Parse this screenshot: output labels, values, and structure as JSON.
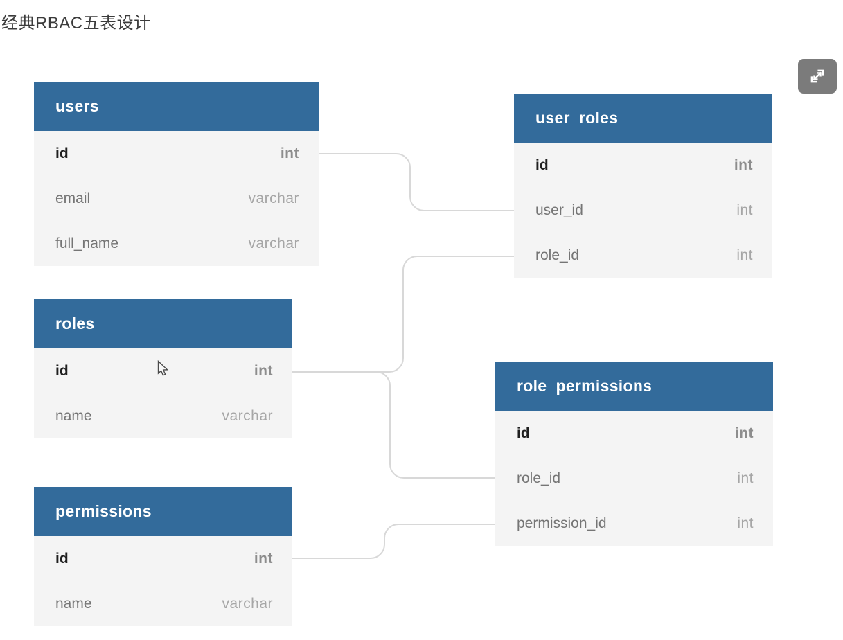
{
  "page": {
    "title": "经典RBAC五表设计"
  },
  "toolbar": {
    "fullscreen_button": {
      "icon": "expand-icon"
    }
  },
  "diagram": {
    "tables": [
      {
        "name": "users",
        "fields": [
          {
            "name": "id",
            "type": "int",
            "pk": true
          },
          {
            "name": "email",
            "type": "varchar"
          },
          {
            "name": "full_name",
            "type": "varchar"
          }
        ]
      },
      {
        "name": "user_roles",
        "fields": [
          {
            "name": "id",
            "type": "int",
            "pk": true
          },
          {
            "name": "user_id",
            "type": "int"
          },
          {
            "name": "role_id",
            "type": "int"
          }
        ]
      },
      {
        "name": "roles",
        "fields": [
          {
            "name": "id",
            "type": "int",
            "pk": true
          },
          {
            "name": "name",
            "type": "varchar"
          }
        ]
      },
      {
        "name": "role_permissions",
        "fields": [
          {
            "name": "id",
            "type": "int",
            "pk": true
          },
          {
            "name": "role_id",
            "type": "int"
          },
          {
            "name": "permission_id",
            "type": "int"
          }
        ]
      },
      {
        "name": "permissions",
        "fields": [
          {
            "name": "id",
            "type": "int",
            "pk": true
          },
          {
            "name": "name",
            "type": "varchar"
          }
        ]
      }
    ],
    "relationships": [
      {
        "from": "users.id",
        "to": "user_roles.user_id"
      },
      {
        "from": "roles.id",
        "to": "user_roles.role_id"
      },
      {
        "from": "roles.id",
        "to": "role_permissions.role_id"
      },
      {
        "from": "permissions.id",
        "to": "role_permissions.permission_id"
      }
    ],
    "colors": {
      "table_header_bg": "#336b9b",
      "table_header_text": "#ffffff",
      "table_row_bg": "#f4f4f4",
      "field_text": "#757575",
      "pk_field_text": "#1f1f1f",
      "type_text": "#a6a6a6",
      "connector": "#d8d8d8",
      "fullscreen_button_bg": "#7b7b7b"
    }
  }
}
